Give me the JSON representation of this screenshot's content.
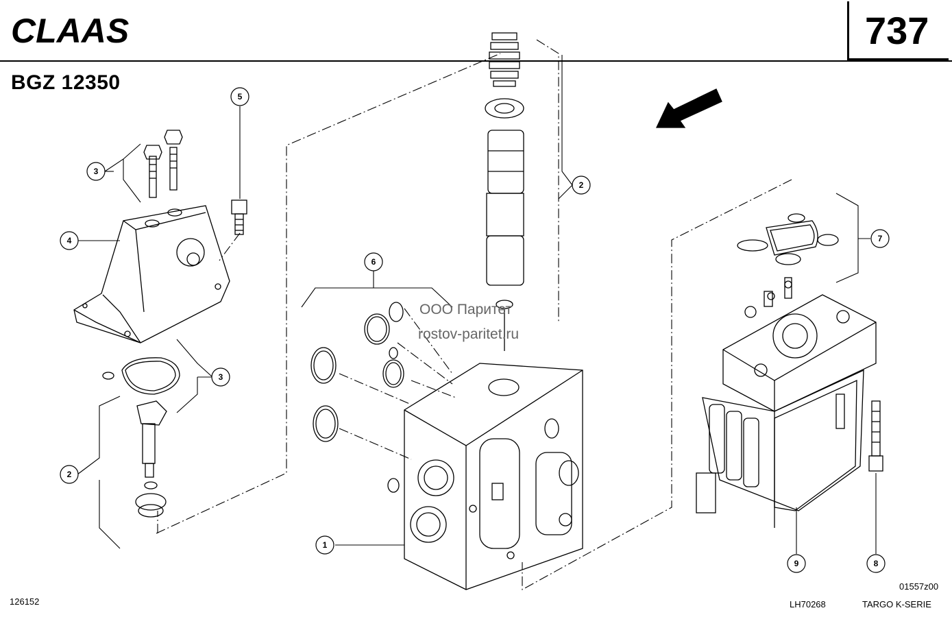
{
  "header": {
    "brand": "CLAAS",
    "model_code": "BGZ 12350",
    "page_number": "737"
  },
  "footer": {
    "left_code": "126152",
    "drawing_code": "01557z00",
    "doc_code": "LH70268",
    "series": "TARGO K-SERIE"
  },
  "watermark": {
    "line1": "ООО Паритет",
    "line2": "rostov-paritet.ru"
  },
  "callouts": [
    {
      "id": "c1",
      "label": "1"
    },
    {
      "id": "c2a",
      "label": "2"
    },
    {
      "id": "c2b",
      "label": "2"
    },
    {
      "id": "c3a",
      "label": "3"
    },
    {
      "id": "c3b",
      "label": "3"
    },
    {
      "id": "c4",
      "label": "4"
    },
    {
      "id": "c5",
      "label": "5"
    },
    {
      "id": "c6",
      "label": "6"
    },
    {
      "id": "c7",
      "label": "7"
    },
    {
      "id": "c8",
      "label": "8"
    },
    {
      "id": "c9",
      "label": "9"
    }
  ]
}
